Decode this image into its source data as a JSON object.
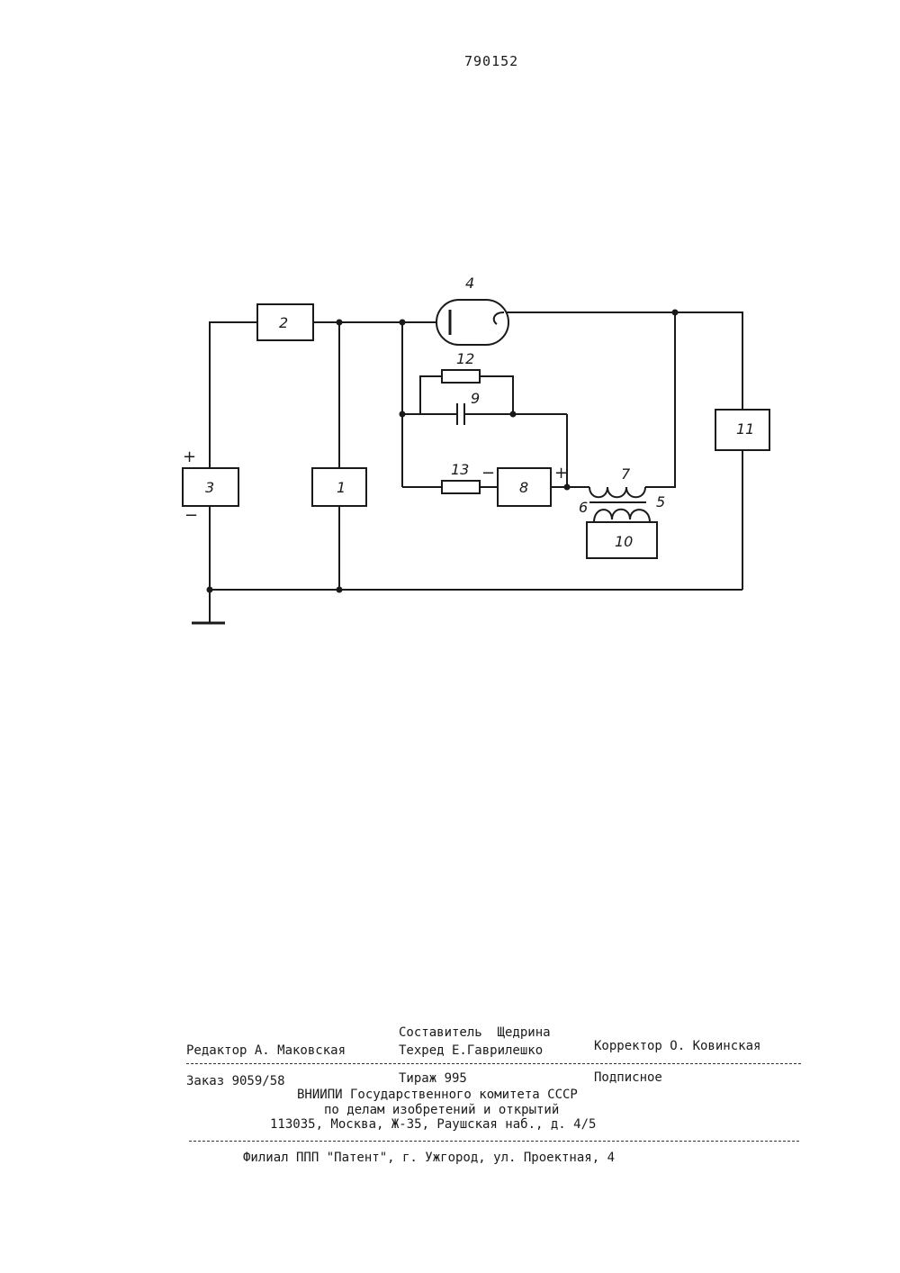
{
  "header": {
    "patent_number": "790152"
  },
  "diagram": {
    "labels": {
      "block_1": "1",
      "block_2": "2",
      "block_3": "3",
      "tube_4": "4",
      "winding_5": "5",
      "winding_6": "6",
      "winding_7": "7",
      "block_8": "8",
      "capacitor_9": "9",
      "block_10": "10",
      "block_11": "11",
      "resistor_12": "12",
      "resistor_13": "13",
      "plus_3": "+",
      "minus_3": "−",
      "minus_8": "−",
      "plus_8": "+"
    }
  },
  "footer": {
    "compiler": "Составитель  Щедрина",
    "editor": "Редактор А. Маковская",
    "techred": "Техред Е.Гаврилешко",
    "corrector": "Корректор О. Ковинская",
    "order": "Заказ 9059/58",
    "circulation": "Тираж 995",
    "subscription": "Подписное",
    "org_line1": "ВНИИПИ Государственного комитета СССР",
    "org_line2": "по делам изобретений и открытий",
    "address": "113035, Москва, Ж-35, Раушская наб., д. 4/5",
    "branch": "Филиал ППП \"Патент\", г. Ужгород, ул. Проектная, 4"
  }
}
